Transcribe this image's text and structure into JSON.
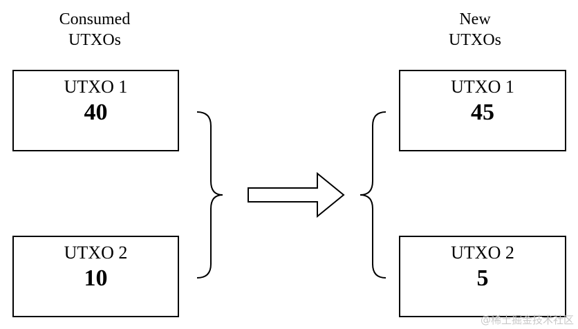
{
  "consumed": {
    "heading_line1": "Consumed",
    "heading_line2": "UTXOs",
    "utxos": [
      {
        "label": "UTXO 1",
        "amount": "40"
      },
      {
        "label": "UTXO 2",
        "amount": "10"
      }
    ]
  },
  "created": {
    "heading_line1": "New",
    "heading_line2": "UTXOs",
    "utxos": [
      {
        "label": "UTXO 1",
        "amount": "45"
      },
      {
        "label": "UTXO 2",
        "amount": "5"
      }
    ]
  },
  "watermark": "@稀土掘金技术社区",
  "colors": {
    "stroke": "#000000",
    "background": "#ffffff",
    "watermark": "#c8c8c8"
  }
}
